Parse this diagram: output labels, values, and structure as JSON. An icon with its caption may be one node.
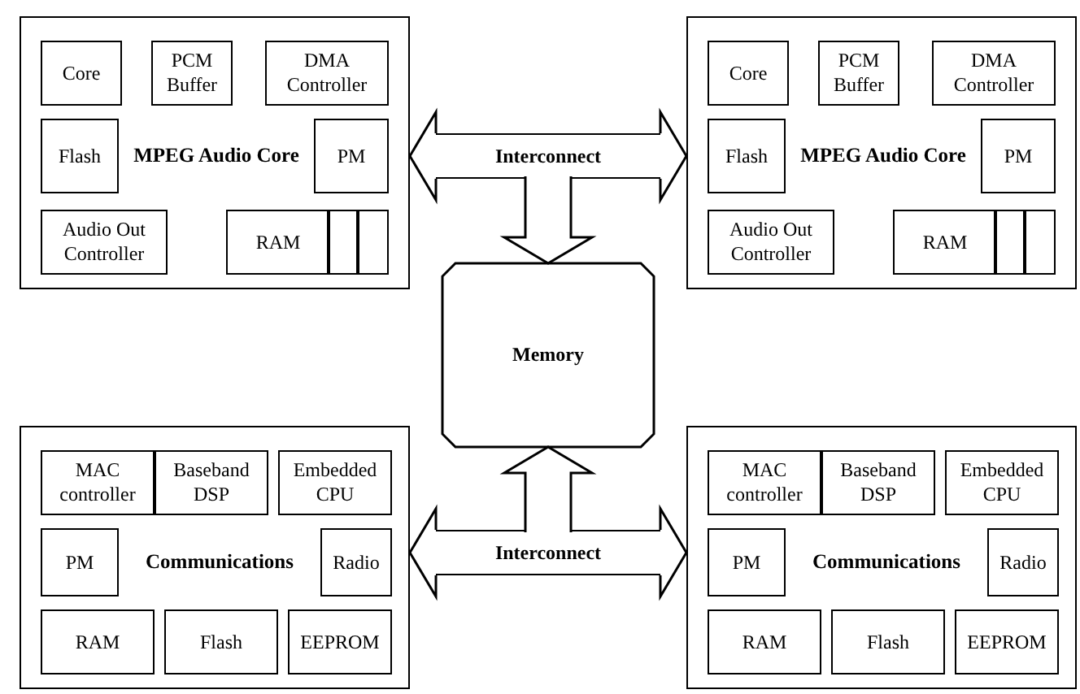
{
  "diagram": {
    "nodes": [
      {
        "text": [
          "MPEG Audio Core"
        ]
      },
      {
        "text": [
          "Core"
        ],
        "in": 0
      },
      {
        "text": [
          "PCM Buffer"
        ],
        "in": 0
      },
      {
        "text": [
          "DMA Controller"
        ],
        "in": 0
      },
      {
        "text": [
          "Flash"
        ],
        "in": 0
      },
      {
        "text": [
          "PM"
        ],
        "in": 0
      },
      {
        "text": [
          "Audio Out Controller"
        ],
        "in": 0
      },
      {
        "text": [
          "RAM"
        ],
        "in": 0
      },
      {
        "text": [
          "Interconnect"
        ]
      },
      {
        "text": [
          "MPEG Audio Core"
        ]
      },
      {
        "text": [
          "Core"
        ],
        "in": 9
      },
      {
        "text": [
          "PCM Buffer"
        ],
        "in": 9
      },
      {
        "text": [
          "DMA Controller"
        ],
        "in": 9
      },
      {
        "text": [
          "Flash"
        ],
        "in": 9
      },
      {
        "text": [
          "PM"
        ],
        "in": 9
      },
      {
        "text": [
          "Audio Out Controller"
        ],
        "in": 9
      },
      {
        "text": [
          "RAM"
        ],
        "in": 9
      },
      {
        "text": [
          "Memory"
        ]
      },
      {
        "text": [
          "Communications"
        ]
      },
      {
        "text": [
          "MAC controller"
        ],
        "in": 18
      },
      {
        "text": [
          "Baseband DSP"
        ],
        "in": 18
      },
      {
        "text": [
          "Embedded CPU"
        ],
        "in": 18
      },
      {
        "text": [
          "PM"
        ],
        "in": 18
      },
      {
        "text": [
          "Radio"
        ],
        "in": 18
      },
      {
        "text": [
          "RAM"
        ],
        "in": 18
      },
      {
        "text": [
          "Flash"
        ],
        "in": 18
      },
      {
        "text": [
          "EEPROM"
        ],
        "in": 18
      },
      {
        "text": [
          "Interconnect"
        ]
      },
      {
        "text": [
          "Communications"
        ]
      },
      {
        "text": [
          "MAC controller"
        ],
        "in": 28
      },
      {
        "text": [
          "Baseband DSP"
        ],
        "in": 28
      },
      {
        "text": [
          "Embedded CPU"
        ],
        "in": 28
      },
      {
        "text": [
          "PM"
        ],
        "in": 28
      },
      {
        "text": [
          "Radio"
        ],
        "in": 28
      },
      {
        "text": [
          "RAM"
        ],
        "in": 28
      },
      {
        "text": [
          "Flash"
        ],
        "in": 28
      },
      {
        "text": [
          "EEPROM"
        ],
        "in": 28
      }
    ],
    "edges": [
      {
        "from": 8,
        "to": 0,
        "arrow": "to"
      },
      {
        "from": 8,
        "to": 9,
        "arrow": "to"
      },
      {
        "from": 8,
        "to": 17,
        "arrow": "to"
      },
      {
        "from": 27,
        "to": 18,
        "arrow": "to"
      },
      {
        "from": 27,
        "to": 28,
        "arrow": "to"
      },
      {
        "from": 27,
        "to": 17,
        "arrow": "to"
      }
    ]
  }
}
